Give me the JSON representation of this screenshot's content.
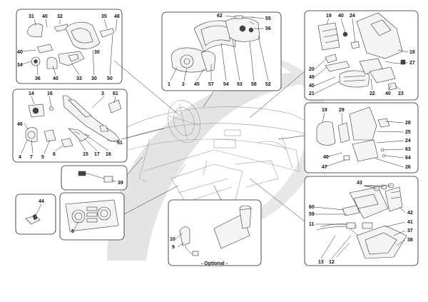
{
  "colors": {
    "watermark": "#e4e4e4",
    "line": "#222222",
    "background": "#ffffff"
  },
  "caption": "- Optional -",
  "callouts": {
    "c1": "1",
    "c2": "2",
    "c3": "3",
    "c4": "4",
    "c5": "5",
    "c6": "6",
    "c7": "7",
    "c8": "8",
    "c9": "9",
    "c10": "10",
    "c11": "11",
    "c12": "12",
    "c13": "13",
    "c14": "14",
    "c15": "15",
    "c16a": "16",
    "c16b": "16",
    "c17": "17",
    "c18": "18",
    "c19a": "19",
    "c19b": "19",
    "c20": "20",
    "c21": "21",
    "c22": "22",
    "c23": "23",
    "c24a": "24",
    "c24b": "24",
    "c25": "25",
    "c26": "26",
    "c27": "27",
    "c28": "28",
    "c29": "29",
    "c30a": "30",
    "c30b": "30",
    "c31": "31",
    "c32": "32",
    "c33": "33",
    "c34": "34",
    "c35": "35",
    "c36": "36",
    "c37": "37",
    "c38": "38",
    "c39": "39",
    "c40a": "40",
    "c40b": "40",
    "c40c": "40",
    "c40d": "40",
    "c40e": "40",
    "c40f": "40",
    "c40g": "40",
    "c41": "41",
    "c42": "42",
    "c43": "43",
    "c44": "44",
    "c45": "45",
    "c46": "46",
    "c47": "47",
    "c48": "48",
    "c49": "49",
    "c50": "50",
    "c51": "51",
    "c52": "52",
    "c53": "53",
    "c54": "54",
    "c55": "55",
    "c56": "56",
    "c57": "57",
    "c58": "58",
    "c59": "59",
    "c60": "60",
    "c61": "61",
    "c62": "62",
    "c63": "63",
    "c64": "64"
  }
}
